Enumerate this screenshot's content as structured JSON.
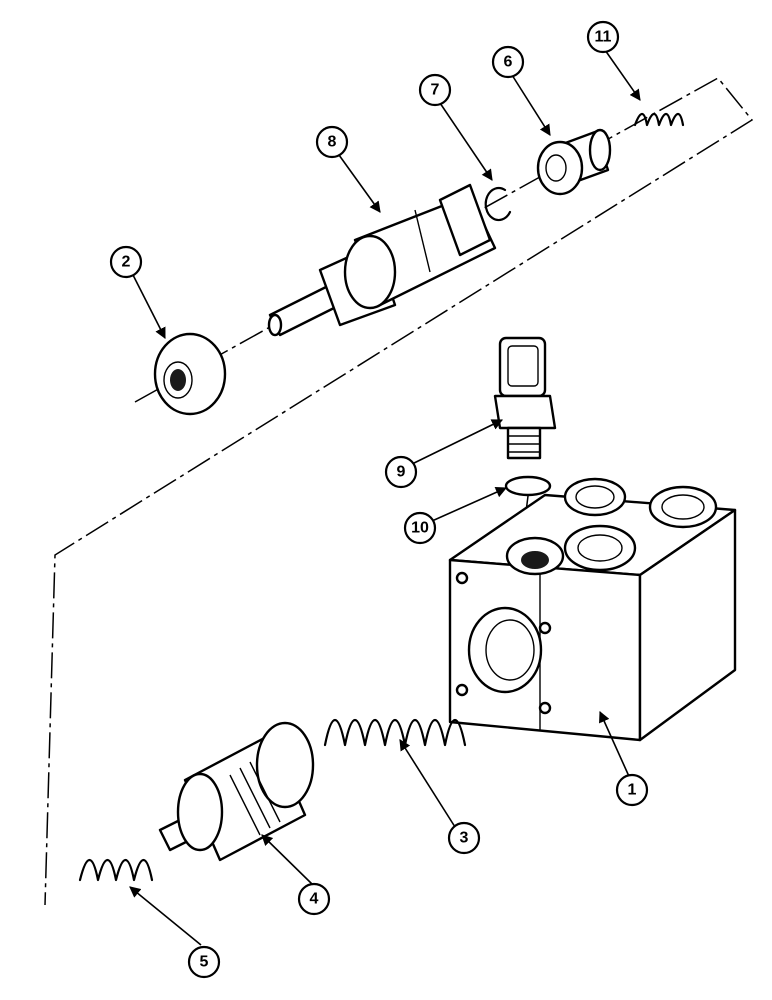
{
  "diagram": {
    "callouts": [
      {
        "id": "c1",
        "label": "1"
      },
      {
        "id": "c2",
        "label": "2"
      },
      {
        "id": "c3",
        "label": "3"
      },
      {
        "id": "c4",
        "label": "4"
      },
      {
        "id": "c5",
        "label": "5"
      },
      {
        "id": "c6",
        "label": "6"
      },
      {
        "id": "c7",
        "label": "7"
      },
      {
        "id": "c8",
        "label": "8"
      },
      {
        "id": "c9",
        "label": "9"
      },
      {
        "id": "c10",
        "label": "10"
      },
      {
        "id": "c11",
        "label": "11"
      }
    ]
  }
}
